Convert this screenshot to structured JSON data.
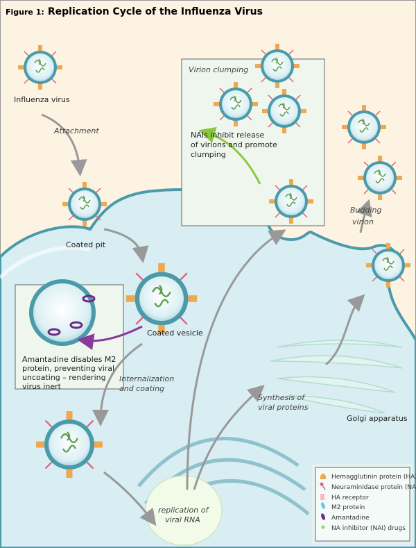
{
  "title": {
    "prefix": "Figure 1:",
    "main": "Replication Cycle of the Influenza Virus"
  },
  "labels": {
    "influenza_virus": "Influenza virus",
    "attachment": "Attachment",
    "coated_pit": "Coated pit",
    "coated_vesicle": "Coated vesicle",
    "virion_clumping": "Virion clumping",
    "nai_note": [
      "NAIs inhibit release",
      "of virions and promote",
      "clumping"
    ],
    "budding": [
      "Budding",
      "virion"
    ],
    "amantadine_note": [
      "Amantadine disables M2",
      "protein, preventing viral",
      "uncoating – rendering",
      "virus inert"
    ],
    "internalization": [
      "Internalization",
      "and coating"
    ],
    "golgi": "Golgi apparatus",
    "synthesis": [
      "Synthesis of",
      "viral proteins"
    ],
    "replication": [
      "replication of",
      "viral RNA"
    ]
  },
  "legend": [
    {
      "icon": "hemagglutinin-icon",
      "label": "Hemagglutinin protein (HA)",
      "color": "#f0a850"
    },
    {
      "icon": "neuraminidase-icon",
      "label": "Neuraminidase protein (NA)",
      "color": "#e0607a"
    },
    {
      "icon": "ha-receptor-icon",
      "label": "HA receptor",
      "color": "#f4b8c8"
    },
    {
      "icon": "m2-protein-icon",
      "label": "M2 protein",
      "color": "#6cc8d8"
    },
    {
      "icon": "amantadine-icon",
      "label": "Amantadine",
      "color": "#6a2a80"
    },
    {
      "icon": "nai-drug-icon",
      "label": "NA inhibitor (NAI) drugs",
      "color": "#a8d060"
    }
  ],
  "colors": {
    "background": "#fdf3e3",
    "cell": "#d8eef2",
    "membrane": "#4a9aaa",
    "arrow": "#999999",
    "green_arrow": "#8cc63f",
    "purple_arrow": "#8a3a9a"
  }
}
